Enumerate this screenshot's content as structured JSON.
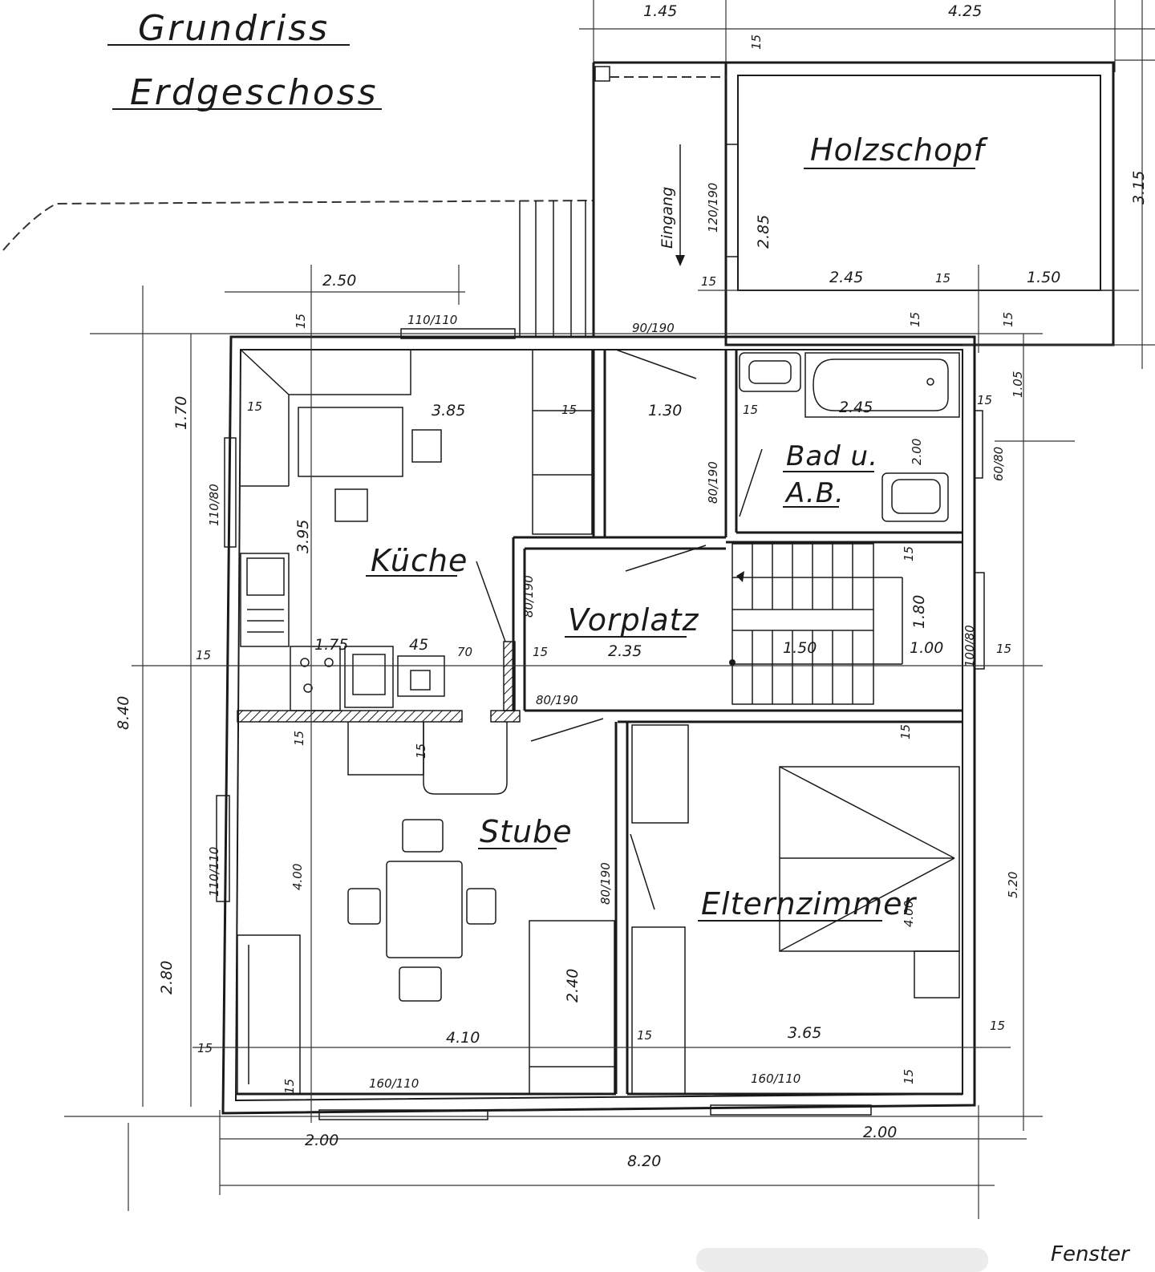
{
  "title": {
    "line1": "Grundriss",
    "line2": "Erdgeschoss"
  },
  "rooms": {
    "kueche": "Küche",
    "stube": "Stube",
    "elternzimmer": "Elternzimmer",
    "vorplatz": "Vorplatz",
    "bad_line1": "Bad u.",
    "bad_line2": "A.B.",
    "holzschopf": "Holzschopf",
    "eingang": "Eingang"
  },
  "dimensions": {
    "top_145": "1.45",
    "top_425": "4.25",
    "top_315": "3.15",
    "d250": "2.50",
    "d15a": "15",
    "w110_110": "110/110",
    "w90_190": "90/190",
    "d15b": "15",
    "d15c": "15",
    "d245a": "2.45",
    "d15d": "15",
    "d150a": "1.50",
    "d285": "2.85",
    "d120_190": "120/190",
    "d15e": "15",
    "d385": "3.85",
    "d15f": "15",
    "d130": "1.30",
    "d15g": "15",
    "d245b": "2.45",
    "d15h": "15",
    "d105": "1.05",
    "d200a": "2.00",
    "w60_80": "60/80",
    "d170": "1.70",
    "w110_80": "110/80",
    "d395": "3.95",
    "d15i": "15",
    "d80_190a": "80/190",
    "d80_190b": "80/190",
    "d15j": "15",
    "d180": "1.80",
    "d175": "1.75",
    "d45": "45",
    "d70": "70",
    "d15k": "15",
    "d235": "2.35",
    "d150b": "1.50",
    "d100": "1.00",
    "w100_80": "100/80",
    "d15l": "15",
    "d15m": "15",
    "d80_190c": "80/190",
    "d840": "8.40",
    "d15n": "15",
    "d15o": "15",
    "d15p": "15",
    "w110_110b": "110/110",
    "d400a": "4.00",
    "d80_190d": "80/190",
    "d400b": "4.00",
    "d520": "5.20",
    "d280": "2.80",
    "d240": "2.40",
    "d15q": "15",
    "d410": "4.10",
    "d15r": "15",
    "d365": "3.65",
    "d15s": "15",
    "d15t": "15",
    "w160_110a": "160/110",
    "w160_110b": "160/110",
    "d15u": "15",
    "d200b": "2.00",
    "d200c": "2.00",
    "d820": "8.20"
  },
  "footer_note": "Fenster"
}
